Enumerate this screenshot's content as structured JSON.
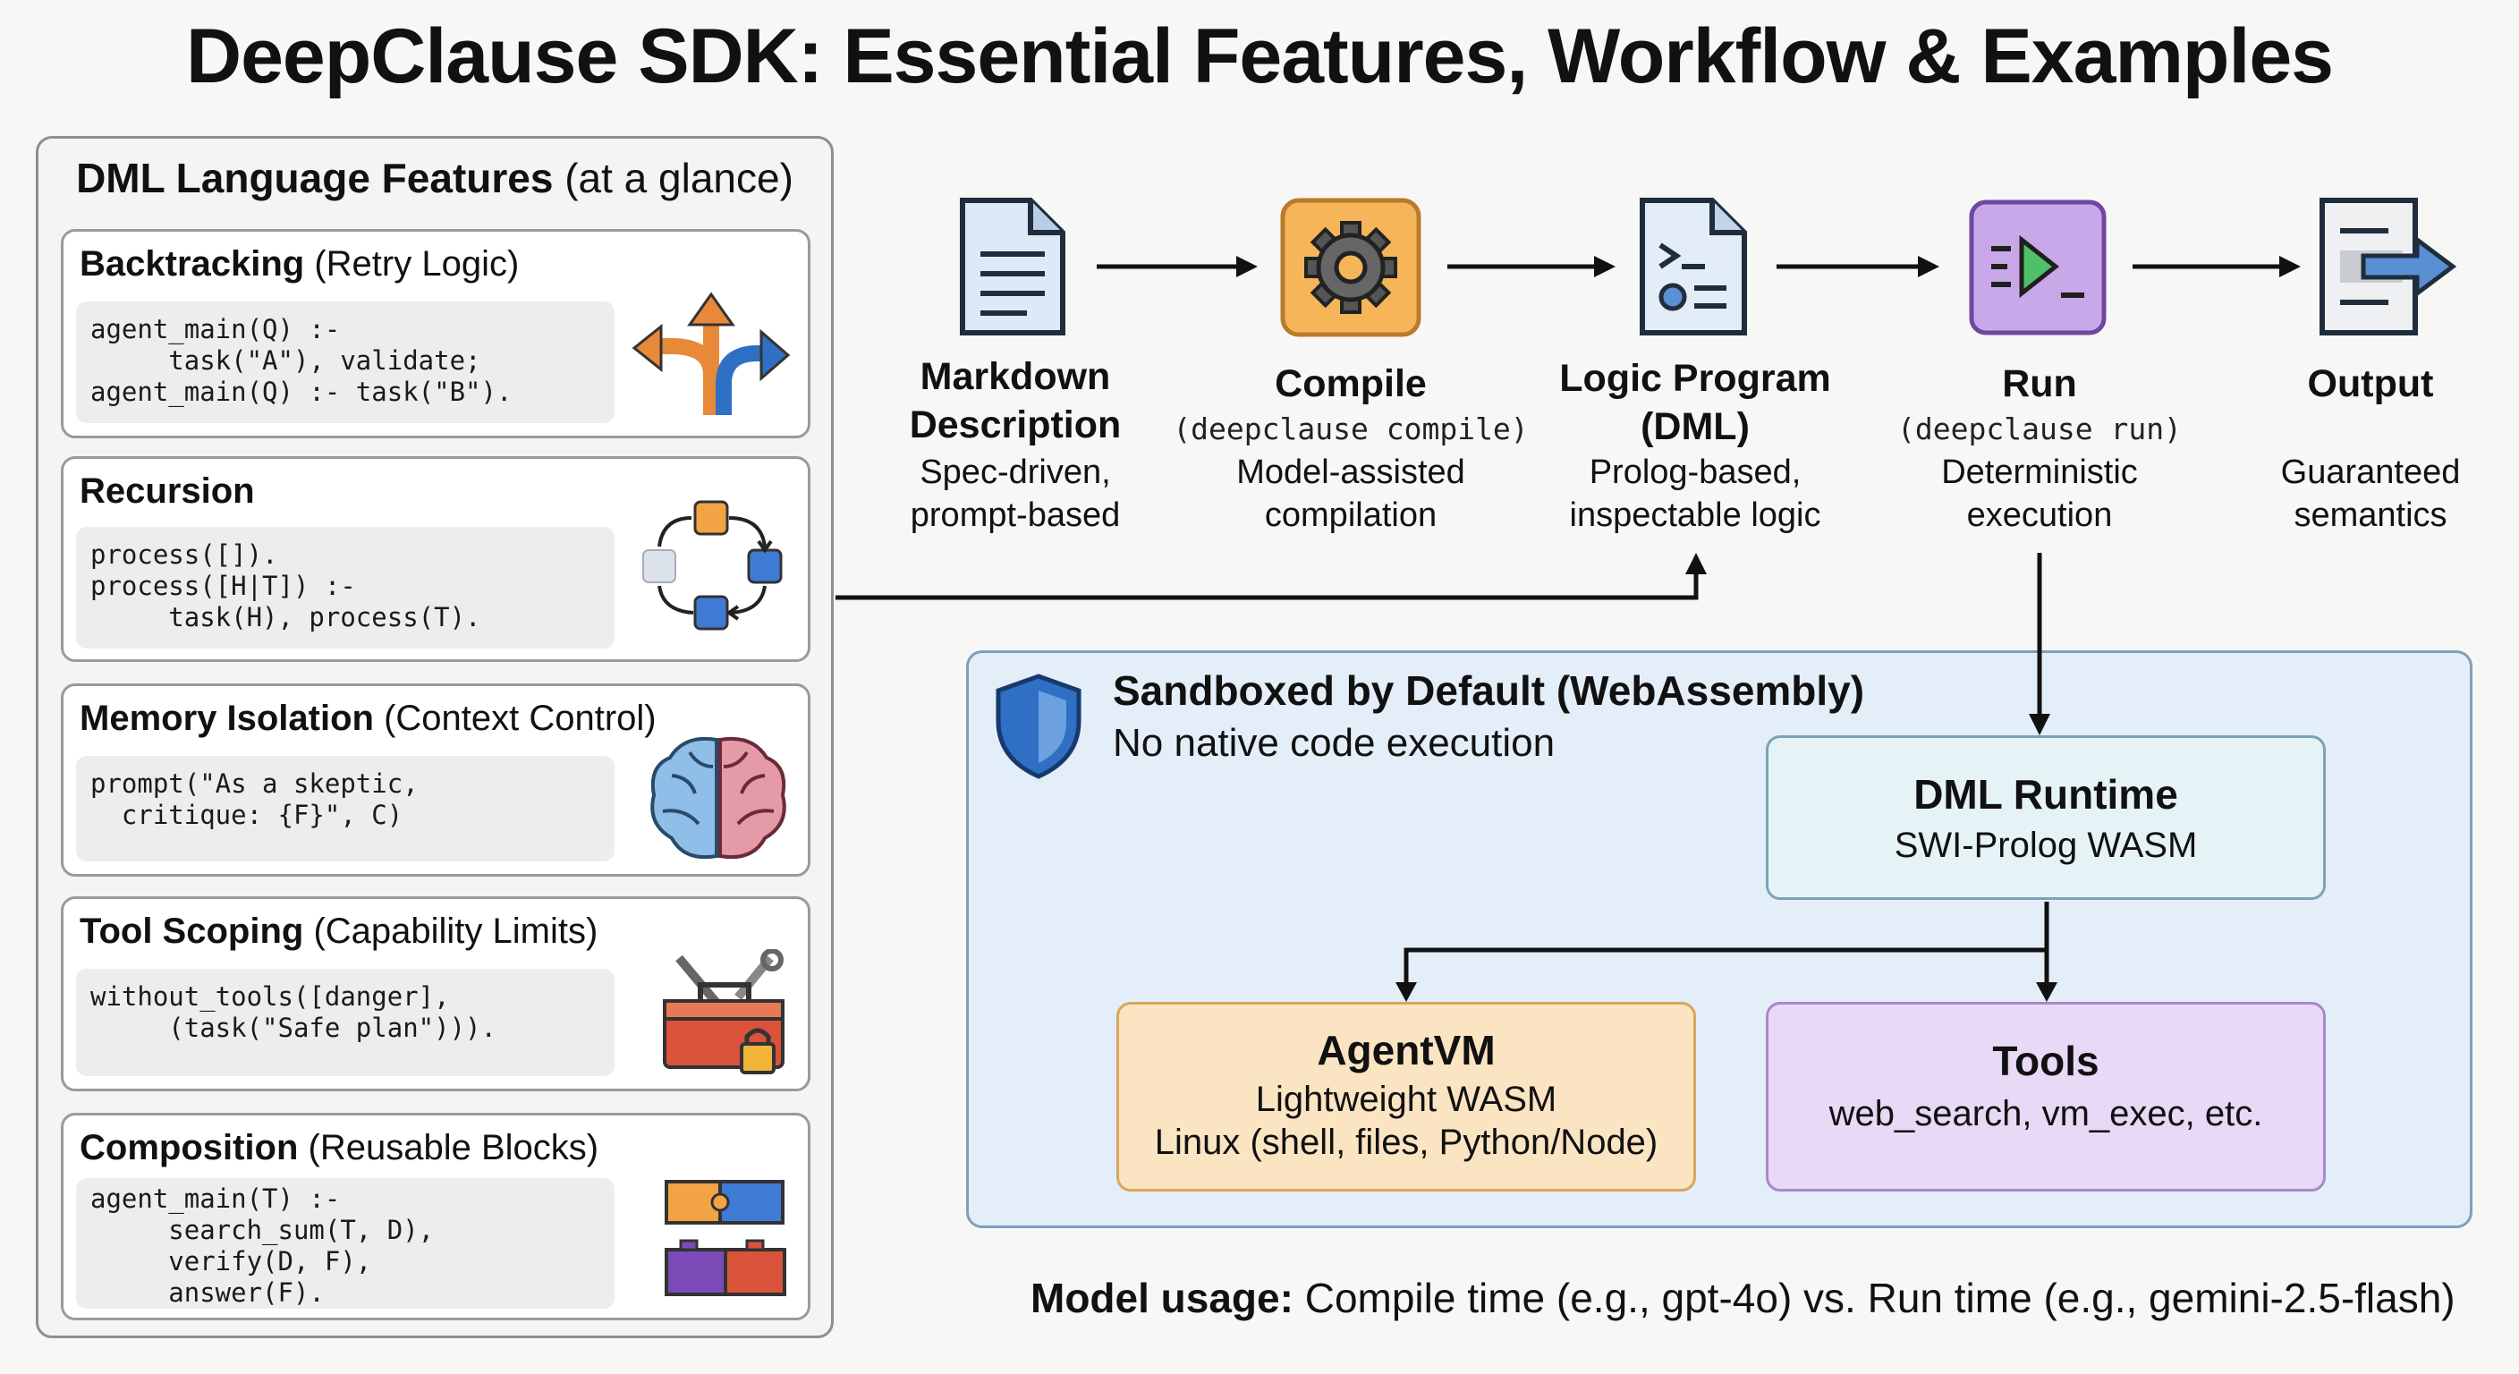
{
  "title": "DeepClause SDK: Essential Features, Workflow & Examples",
  "features": {
    "heading_bold": "DML Language Features",
    "heading_rest": " (at a glance)",
    "cards": [
      {
        "title_bold": "Backtracking",
        "title_rest": " (Retry Logic)",
        "code": "agent_main(Q) :-\n     task(\"A\"), validate;\nagent_main(Q) :- task(\"B\").",
        "icon": "branching-arrows-icon"
      },
      {
        "title_bold": "Recursion",
        "title_rest": "",
        "code": "process([]).\nprocess([H|T]) :-\n     task(H), process(T).",
        "icon": "cycle-nodes-icon"
      },
      {
        "title_bold": "Memory Isolation",
        "title_rest": " (Context Control)",
        "code": "prompt(\"As a skeptic,\n  critique: {F}\", C)",
        "icon": "brain-icon"
      },
      {
        "title_bold": "Tool Scoping",
        "title_rest": " (Capability Limits)",
        "code": "without_tools([danger],\n     (task(\"Safe plan\"))).",
        "icon": "toolbox-lock-icon"
      },
      {
        "title_bold": "Composition",
        "title_rest": " (Reusable Blocks)",
        "code": "agent_main(T) :-\n     search_sum(T, D),\n     verify(D, F),\n     answer(F).",
        "icon": "puzzle-blocks-icon"
      }
    ]
  },
  "pipeline": [
    {
      "title": "Markdown\nDescription",
      "cmd": "",
      "desc": "Spec-driven,\nprompt-based",
      "icon": "document-icon"
    },
    {
      "title": "Compile",
      "cmd": "(deepclause compile)",
      "desc": "Model-assisted\ncompilation",
      "icon": "gear-icon"
    },
    {
      "title": "Logic Program\n(DML)",
      "cmd": "",
      "desc": "Prolog-based,\ninspectable logic",
      "icon": "code-file-icon"
    },
    {
      "title": "Run",
      "cmd": "(deepclause run)",
      "desc": "Deterministic\nexecution",
      "icon": "run-terminal-icon"
    },
    {
      "title": "Output",
      "cmd": "",
      "desc": "Guaranteed\nsemantics",
      "icon": "output-doc-icon"
    }
  ],
  "sandbox": {
    "title": "Sandboxed by Default (WebAssembly)",
    "subtitle": "No native code execution",
    "runtime": {
      "title": "DML Runtime",
      "text": "SWI-Prolog WASM"
    },
    "agentvm": {
      "title": "AgentVM",
      "text": "Lightweight WASM\nLinux (shell, files, Python/Node)"
    },
    "tools": {
      "title": "Tools",
      "text": "web_search, vm_exec, etc."
    }
  },
  "footer": {
    "bold": "Model usage:",
    "rest": " Compile time (e.g., gpt-4o) vs. Run time (e.g., gemini-2.5-flash)"
  },
  "colors": {
    "gear_orange": "#f7b55a",
    "run_purple": "#c9a8ea",
    "doc_blue": "#dde9f7",
    "sandbox_bg": "#e3eef8",
    "agentvm_bg": "#fbe4c2",
    "tools_bg": "#e8d9f6"
  }
}
